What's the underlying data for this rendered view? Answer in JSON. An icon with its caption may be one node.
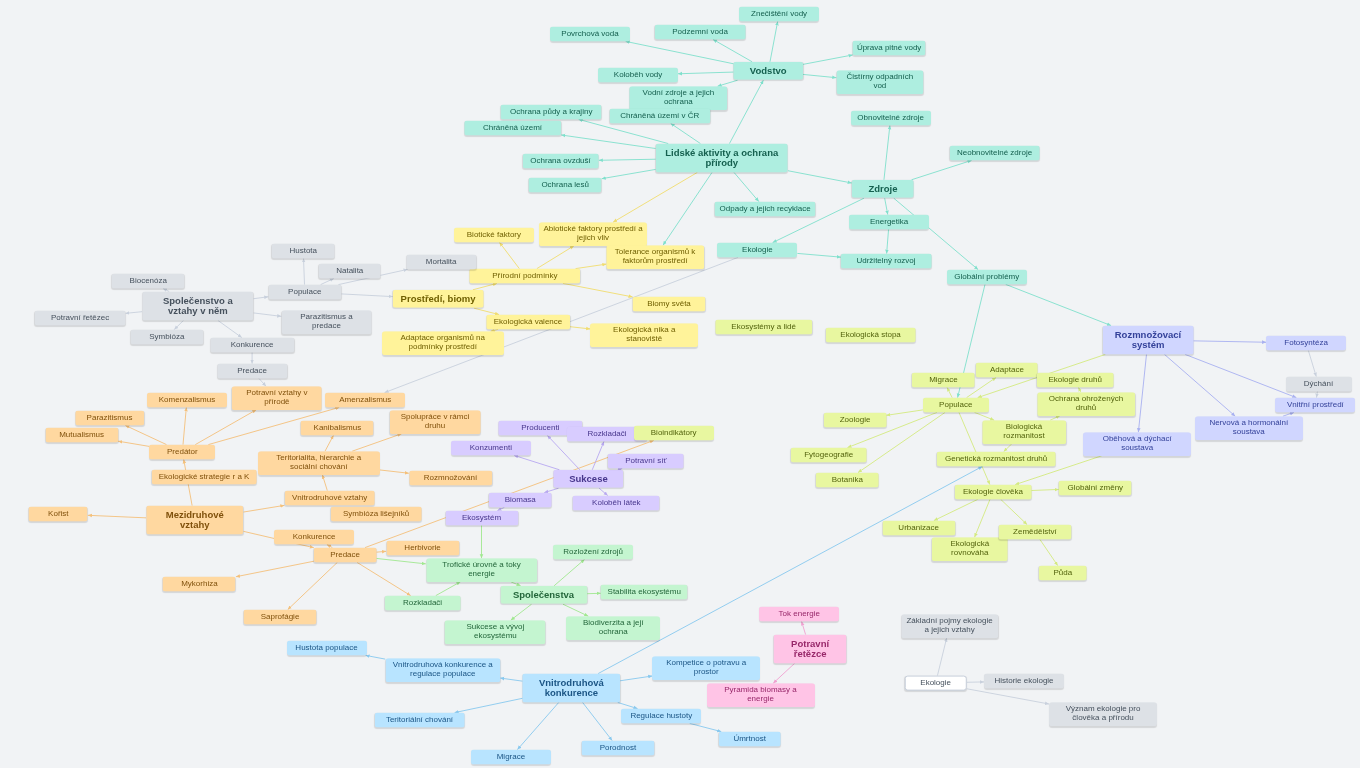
{
  "diagram": {
    "nodes": [
      {
        "text": [
          "Vodstvo"
        ]
      },
      {
        "text": [
          "Povrchová voda"
        ]
      },
      {
        "text": [
          "Podzemní voda"
        ]
      },
      {
        "text": [
          "Znečištění vody"
        ]
      },
      {
        "text": [
          "Úprava pitné vody"
        ]
      },
      {
        "text": [
          "Čistírny odpadních vod"
        ]
      },
      {
        "text": [
          "Koloběh vody"
        ]
      },
      {
        "text": [
          "Vodní zdroje a jejich ochrana"
        ]
      },
      {
        "text": [
          "Lidské aktivity a ochrana přírody"
        ]
      },
      {
        "text": [
          "Ochrana půdy a krajiny"
        ]
      },
      {
        "text": [
          "Chráněná území v ČR"
        ]
      },
      {
        "text": [
          "Chráněná území"
        ]
      },
      {
        "text": [
          "Ochrana ovzduší"
        ]
      },
      {
        "text": [
          "Ochrana lesů"
        ]
      },
      {
        "text": [
          "Odpady a jejich recyklace"
        ]
      },
      {
        "text": [
          "Zdroje"
        ]
      },
      {
        "text": [
          "Obnovitelné zdroje"
        ]
      },
      {
        "text": [
          "Neobnovitelné zdroje"
        ]
      },
      {
        "text": [
          "Energetika"
        ]
      },
      {
        "text": [
          "Udržitelný rozvoj"
        ]
      },
      {
        "text": [
          "Ekologie"
        ]
      },
      {
        "text": [
          "Globální problémy"
        ]
      },
      {
        "text": [
          "Prostředí, biomy"
        ]
      },
      {
        "text": [
          "Přírodní podmínky"
        ]
      },
      {
        "text": [
          "Biotické faktory"
        ]
      },
      {
        "text": [
          "Abiotické faktory prostředí a jejich vliv"
        ]
      },
      {
        "text": [
          "Tolerance organismů k faktorům prostředí"
        ]
      },
      {
        "text": [
          "Biomy světa"
        ]
      },
      {
        "text": [
          "Ekologická valence"
        ]
      },
      {
        "text": [
          "Adaptace organismů na podmínky prostředí"
        ]
      },
      {
        "text": [
          "Ekologická nika a stanoviště"
        ]
      },
      {
        "text": [
          "Populace"
        ]
      },
      {
        "text": [
          "Hustota"
        ]
      },
      {
        "text": [
          "Natalita"
        ]
      },
      {
        "text": [
          "Mortalita"
        ]
      },
      {
        "text": [
          "Společenstvo a vztahy v něm"
        ]
      },
      {
        "text": [
          "Biocenóza"
        ]
      },
      {
        "text": [
          "Potravní řetězec"
        ]
      },
      {
        "text": [
          "Symbióza"
        ]
      },
      {
        "text": [
          "Parazitismus a predace"
        ]
      },
      {
        "text": [
          "Konkurence"
        ]
      },
      {
        "text": [
          "Predace"
        ]
      },
      {
        "text": [
          "Potravní vztahy v přírodě"
        ]
      },
      {
        "text": [
          "Mezidruhové vztahy"
        ]
      },
      {
        "text": [
          "Predátor"
        ]
      },
      {
        "text": [
          "Parazitismus"
        ]
      },
      {
        "text": [
          "Mutualismus"
        ]
      },
      {
        "text": [
          "Komenzalismus"
        ]
      },
      {
        "text": [
          "Amenzalismus"
        ]
      },
      {
        "text": [
          "Kořist"
        ]
      },
      {
        "text": [
          "Vnitrodruhové vztahy"
        ]
      },
      {
        "text": [
          "Teritorialita, hierarchie a sociální chování"
        ]
      },
      {
        "text": [
          "Kanibalismus"
        ]
      },
      {
        "text": [
          "Spolupráce v rámci druhu"
        ]
      },
      {
        "text": [
          "Rozmnožování"
        ]
      },
      {
        "text": [
          "Ekologické strategie r a K"
        ]
      },
      {
        "text": [
          "Symbióza lišejníků"
        ]
      },
      {
        "text": [
          "Konkurence"
        ]
      },
      {
        "text": [
          "Predace"
        ]
      },
      {
        "text": [
          "Herbivorie"
        ]
      },
      {
        "text": [
          "Mykorhiza"
        ]
      },
      {
        "text": [
          "Saprofágie"
        ]
      },
      {
        "text": [
          "Trofické úrovně a toky energie"
        ]
      },
      {
        "text": [
          "Společenstva"
        ]
      },
      {
        "text": [
          "Rozložení zdrojů"
        ]
      },
      {
        "text": [
          "Rozkladači"
        ]
      },
      {
        "text": [
          "Stabilita ekosystému"
        ]
      },
      {
        "text": [
          "Sukcese a vývoj ekosystému"
        ]
      },
      {
        "text": [
          "Biodiverzita a její ochrana"
        ]
      },
      {
        "text": [
          "Ekosystém"
        ]
      },
      {
        "text": [
          "Biomasa"
        ]
      },
      {
        "text": [
          "Sukcese"
        ]
      },
      {
        "text": [
          "Producenti"
        ]
      },
      {
        "text": [
          "Konzumenti"
        ]
      },
      {
        "text": [
          "Rozkladači"
        ]
      },
      {
        "text": [
          "Potravní síť"
        ]
      },
      {
        "text": [
          "Koloběh látek"
        ]
      },
      {
        "text": [
          "Bioindikátory"
        ]
      },
      {
        "text": [
          "Ekosystémy a lidé"
        ]
      },
      {
        "text": [
          "Ekologická stopa"
        ]
      },
      {
        "text": [
          "Populace"
        ]
      },
      {
        "text": [
          "Migrace"
        ]
      },
      {
        "text": [
          "Adaptace"
        ]
      },
      {
        "text": [
          "Ekologie druhů"
        ]
      },
      {
        "text": [
          "Ochrana ohrožených druhů"
        ]
      },
      {
        "text": [
          "Zoologie"
        ]
      },
      {
        "text": [
          "Fytogeografie"
        ]
      },
      {
        "text": [
          "Botanika"
        ]
      },
      {
        "text": [
          "Biologická rozmanitost"
        ]
      },
      {
        "text": [
          "Genetická rozmanitost druhů"
        ]
      },
      {
        "text": [
          "Ekologie člověka"
        ]
      },
      {
        "text": [
          "Globální změny"
        ]
      },
      {
        "text": [
          "Urbanizace"
        ]
      },
      {
        "text": [
          "Ekologická rovnováha"
        ]
      },
      {
        "text": [
          "Zemědělství"
        ]
      },
      {
        "text": [
          "Půda"
        ]
      },
      {
        "text": [
          "Rozmnožovací systém"
        ]
      },
      {
        "text": [
          "Fotosyntéza"
        ]
      },
      {
        "text": [
          "Dýchání"
        ]
      },
      {
        "text": [
          "Vnitřní prostředí"
        ]
      },
      {
        "text": [
          "Oběhová a dýchací soustava"
        ]
      },
      {
        "text": [
          "Nervová a hormonální soustava"
        ]
      },
      {
        "text": [
          "Vnitrodruhová konkurence"
        ]
      },
      {
        "text": [
          "Hustota populace"
        ]
      },
      {
        "text": [
          "Vnitrodruhová konkurence a regulace populace"
        ]
      },
      {
        "text": [
          "Kompetice o potravu a prostor"
        ]
      },
      {
        "text": [
          "Teritoriální chování"
        ]
      },
      {
        "text": [
          "Regulace hustoty"
        ]
      },
      {
        "text": [
          "Úmrtnost"
        ]
      },
      {
        "text": [
          "Migrace"
        ]
      },
      {
        "text": [
          "Porodnost"
        ]
      },
      {
        "text": [
          "Potravní řetězce"
        ]
      },
      {
        "text": [
          "Tok energie"
        ]
      },
      {
        "text": [
          "Pyramida biomasy a energie"
        ]
      },
      {
        "text": [
          "Ekologie"
        ]
      },
      {
        "text": [
          "Základní pojmy ekologie a jejich vztahy"
        ]
      },
      {
        "text": [
          "Historie ekologie"
        ]
      },
      {
        "text": [
          "Význam ekologie pro člověka a přírodu"
        ]
      }
    ],
    "edges": [
      {
        "from": 8,
        "to": 0,
        "arrow": "to"
      },
      {
        "from": 0,
        "to": 1,
        "arrow": "to"
      },
      {
        "from": 0,
        "to": 2,
        "arrow": "to"
      },
      {
        "from": 0,
        "to": 3,
        "arrow": "to"
      },
      {
        "from": 0,
        "to": 4,
        "arrow": "to"
      },
      {
        "from": 0,
        "to": 5,
        "arrow": "to"
      },
      {
        "from": 0,
        "to": 6,
        "arrow": "to"
      },
      {
        "from": 0,
        "to": 7,
        "arrow": "to"
      },
      {
        "from": 8,
        "to": 9,
        "arrow": "to"
      },
      {
        "from": 8,
        "to": 10,
        "arrow": "to"
      },
      {
        "from": 8,
        "to": 11,
        "arrow": "to"
      },
      {
        "from": 8,
        "to": 12,
        "arrow": "to"
      },
      {
        "from": 8,
        "to": 13,
        "arrow": "to"
      },
      {
        "from": 8,
        "to": 14,
        "arrow": "to"
      },
      {
        "from": 8,
        "to": 15,
        "arrow": "to"
      },
      {
        "from": 15,
        "to": 16,
        "arrow": "to"
      },
      {
        "from": 15,
        "to": 17,
        "arrow": "to"
      },
      {
        "from": 15,
        "to": 18,
        "arrow": "to"
      },
      {
        "from": 15,
        "to": 20,
        "arrow": "to"
      },
      {
        "from": 15,
        "to": 21,
        "arrow": "to"
      },
      {
        "from": 18,
        "to": 19,
        "arrow": "to"
      },
      {
        "from": 20,
        "to": 19,
        "arrow": "to"
      },
      {
        "from": 8,
        "to": 26,
        "arrow": "to"
      },
      {
        "from": 21,
        "to": 80,
        "arrow": "to"
      },
      {
        "from": 21,
        "to": 96,
        "arrow": "to"
      },
      {
        "from": 8,
        "to": 25,
        "arrow": "to",
        "color": "#f0dc6e"
      },
      {
        "from": 22,
        "to": 23,
        "arrow": "to",
        "color": "#f0dc6e"
      },
      {
        "from": 22,
        "to": 28,
        "arrow": "to",
        "color": "#f0dc6e"
      },
      {
        "from": 23,
        "to": 24,
        "arrow": "to",
        "color": "#f0dc6e"
      },
      {
        "from": 23,
        "to": 25,
        "arrow": "to",
        "color": "#f0dc6e"
      },
      {
        "from": 23,
        "to": 26,
        "arrow": "to",
        "color": "#f0dc6e"
      },
      {
        "from": 23,
        "to": 27,
        "arrow": "to",
        "color": "#f0dc6e"
      },
      {
        "from": 28,
        "to": 29,
        "arrow": "to",
        "color": "#f0dc6e"
      },
      {
        "from": 28,
        "to": 30,
        "arrow": "to",
        "color": "#f0dc6e"
      },
      {
        "from": 20,
        "to": 48,
        "arrow": "to",
        "color": "#c8d0dc"
      },
      {
        "from": 31,
        "to": 22,
        "arrow": "to",
        "color": "#c8d0dc"
      },
      {
        "from": 35,
        "to": 31,
        "arrow": "to",
        "color": "#c8d0dc"
      },
      {
        "from": 31,
        "to": 32,
        "arrow": "to",
        "color": "#c8d0dc"
      },
      {
        "from": 31,
        "to": 33,
        "arrow": "to",
        "color": "#c8d0dc"
      },
      {
        "from": 31,
        "to": 34,
        "arrow": "to",
        "color": "#c8d0dc"
      },
      {
        "from": 35,
        "to": 36,
        "arrow": "to",
        "color": "#c8d0dc"
      },
      {
        "from": 35,
        "to": 37,
        "arrow": "to",
        "color": "#c8d0dc"
      },
      {
        "from": 35,
        "to": 38,
        "arrow": "to",
        "color": "#c8d0dc"
      },
      {
        "from": 35,
        "to": 39,
        "arrow": "to",
        "color": "#c8d0dc"
      },
      {
        "from": 35,
        "to": 40,
        "arrow": "to",
        "color": "#c8d0dc"
      },
      {
        "from": 40,
        "to": 41,
        "arrow": "to",
        "color": "#c8d0dc"
      },
      {
        "from": 41,
        "to": 42,
        "arrow": "to",
        "color": "#c8d0dc"
      },
      {
        "from": 43,
        "to": 44,
        "arrow": "to",
        "color": "#f4c07a"
      },
      {
        "from": 43,
        "to": 49,
        "arrow": "to",
        "color": "#f4c07a"
      },
      {
        "from": 43,
        "to": 50,
        "arrow": "to",
        "color": "#f4c07a"
      },
      {
        "from": 43,
        "to": 58,
        "arrow": "to",
        "color": "#f4c07a"
      },
      {
        "from": 44,
        "to": 45,
        "arrow": "to",
        "color": "#f4c07a"
      },
      {
        "from": 44,
        "to": 46,
        "arrow": "to",
        "color": "#f4c07a"
      },
      {
        "from": 44,
        "to": 47,
        "arrow": "to",
        "color": "#f4c07a"
      },
      {
        "from": 44,
        "to": 48,
        "arrow": "to",
        "color": "#f4c07a"
      },
      {
        "from": 44,
        "to": 42,
        "arrow": "to",
        "color": "#f4c07a"
      },
      {
        "from": 50,
        "to": 51,
        "arrow": "to",
        "color": "#f4c07a"
      },
      {
        "from": 51,
        "to": 52,
        "arrow": "to",
        "color": "#f4c07a"
      },
      {
        "from": 51,
        "to": 53,
        "arrow": "to",
        "color": "#f4c07a"
      },
      {
        "from": 51,
        "to": 54,
        "arrow": "to",
        "color": "#f4c07a"
      },
      {
        "from": 58,
        "to": 57,
        "arrow": "to",
        "color": "#f4c07a"
      },
      {
        "from": 58,
        "to": 59,
        "arrow": "to",
        "color": "#f4c07a"
      },
      {
        "from": 58,
        "to": 60,
        "arrow": "to",
        "color": "#f4c07a"
      },
      {
        "from": 58,
        "to": 61,
        "arrow": "to",
        "color": "#f4c07a"
      },
      {
        "from": 58,
        "to": 77,
        "arrow": "to",
        "color": "#f4c07a"
      },
      {
        "from": 58,
        "to": 65,
        "arrow": "to",
        "color": "#f4c07a"
      },
      {
        "from": 58,
        "to": 62,
        "arrow": "to",
        "color": "#a0e890"
      },
      {
        "from": 62,
        "to": 63,
        "arrow": "to",
        "color": "#a0e890"
      },
      {
        "from": 65,
        "to": 62,
        "arrow": "to",
        "color": "#a0e890"
      },
      {
        "from": 69,
        "to": 62,
        "arrow": "to",
        "color": "#a0e890"
      },
      {
        "from": 63,
        "to": 64,
        "arrow": "to",
        "color": "#a0e890"
      },
      {
        "from": 63,
        "to": 66,
        "arrow": "to",
        "color": "#a0e890"
      },
      {
        "from": 63,
        "to": 67,
        "arrow": "to",
        "color": "#a0e890"
      },
      {
        "from": 63,
        "to": 68,
        "arrow": "to",
        "color": "#a0e890"
      },
      {
        "from": 71,
        "to": 70,
        "arrow": "to",
        "color": "#b8a8f0"
      },
      {
        "from": 70,
        "to": 69,
        "arrow": "to",
        "color": "#b8a8f0"
      },
      {
        "from": 71,
        "to": 72,
        "arrow": "to",
        "color": "#b8a8f0"
      },
      {
        "from": 71,
        "to": 73,
        "arrow": "to",
        "color": "#b8a8f0"
      },
      {
        "from": 71,
        "to": 74,
        "arrow": "to",
        "color": "#b8a8f0"
      },
      {
        "from": 71,
        "to": 75,
        "arrow": "to",
        "color": "#b8a8f0"
      },
      {
        "from": 71,
        "to": 76,
        "arrow": "to",
        "color": "#b8a8f0"
      },
      {
        "from": 96,
        "to": 80,
        "arrow": "to",
        "color": "#d4ea80"
      },
      {
        "from": 80,
        "to": 81,
        "arrow": "to",
        "color": "#d4ea80"
      },
      {
        "from": 80,
        "to": 82,
        "arrow": "to",
        "color": "#d4ea80"
      },
      {
        "from": 80,
        "to": 85,
        "arrow": "to",
        "color": "#d4ea80"
      },
      {
        "from": 80,
        "to": 86,
        "arrow": "to",
        "color": "#d4ea80"
      },
      {
        "from": 80,
        "to": 87,
        "arrow": "to",
        "color": "#d4ea80"
      },
      {
        "from": 80,
        "to": 88,
        "arrow": "to",
        "color": "#d4ea80"
      },
      {
        "from": 80,
        "to": 90,
        "arrow": "to",
        "color": "#d4ea80"
      },
      {
        "from": 88,
        "to": 84,
        "arrow": "to",
        "color": "#d4ea80"
      },
      {
        "from": 84,
        "to": 83,
        "arrow": "to",
        "color": "#d4ea80"
      },
      {
        "from": 88,
        "to": 89,
        "arrow": "to",
        "color": "#d4ea80"
      },
      {
        "from": 90,
        "to": 91,
        "arrow": "to",
        "color": "#d4ea80"
      },
      {
        "from": 90,
        "to": 92,
        "arrow": "to",
        "color": "#d4ea80"
      },
      {
        "from": 90,
        "to": 93,
        "arrow": "to",
        "color": "#d4ea80"
      },
      {
        "from": 90,
        "to": 94,
        "arrow": "to",
        "color": "#d4ea80"
      },
      {
        "from": 94,
        "to": 95,
        "arrow": "to",
        "color": "#d4ea80"
      },
      {
        "from": 100,
        "to": 90,
        "arrow": "to",
        "color": "#d4ea80"
      },
      {
        "from": 96,
        "to": 97,
        "arrow": "to",
        "color": "#a8b0f0"
      },
      {
        "from": 96,
        "to": 99,
        "arrow": "to",
        "color": "#a8b0f0"
      },
      {
        "from": 96,
        "to": 100,
        "arrow": "to",
        "color": "#a8b0f0"
      },
      {
        "from": 96,
        "to": 101,
        "arrow": "to",
        "color": "#a8b0f0"
      },
      {
        "from": 101,
        "to": 99,
        "arrow": "to",
        "color": "#a8b0f0"
      },
      {
        "from": 97,
        "to": 98,
        "arrow": "to",
        "color": "#c8d0dc"
      },
      {
        "from": 98,
        "to": 99,
        "arrow": "to",
        "color": "#c8d0dc"
      },
      {
        "from": 102,
        "to": 104,
        "arrow": "to",
        "color": "#88c8ee"
      },
      {
        "from": 104,
        "to": 103,
        "arrow": "to",
        "color": "#88c8ee"
      },
      {
        "from": 102,
        "to": 105,
        "arrow": "to",
        "color": "#88c8ee"
      },
      {
        "from": 102,
        "to": 106,
        "arrow": "to",
        "color": "#88c8ee"
      },
      {
        "from": 102,
        "to": 107,
        "arrow": "to",
        "color": "#88c8ee"
      },
      {
        "from": 102,
        "to": 109,
        "arrow": "to",
        "color": "#88c8ee"
      },
      {
        "from": 102,
        "to": 110,
        "arrow": "to",
        "color": "#88c8ee"
      },
      {
        "from": 107,
        "to": 108,
        "arrow": "to",
        "color": "#88c8ee"
      },
      {
        "from": 102,
        "to": 89,
        "arrow": "to",
        "color": "#88c8ee"
      },
      {
        "from": 111,
        "to": 112,
        "arrow": "to",
        "color": "#f0a0d0"
      },
      {
        "from": 111,
        "to": 113,
        "arrow": "to",
        "color": "#f0a0d0"
      },
      {
        "from": 114,
        "to": 115,
        "arrow": "to",
        "color": "#c8d0dc"
      },
      {
        "from": 114,
        "to": 116,
        "arrow": "to",
        "color": "#c8d0dc"
      },
      {
        "from": 114,
        "to": 117,
        "arrow": "to",
        "color": "#c8d0dc"
      }
    ]
  }
}
